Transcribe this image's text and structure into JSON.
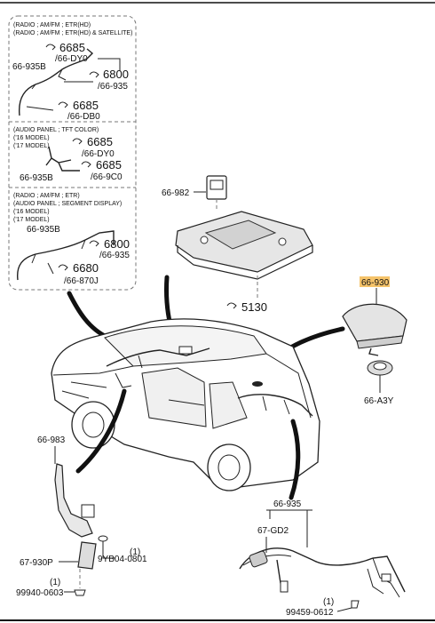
{
  "top_left_box": {
    "section1": {
      "lines": [
        "(RADIO ; AM/FM ; ETR(HD)",
        "(RADIO ; AM/FM ; ETR(HD) & SATELLITE)"
      ],
      "refs": [
        {
          "code": "6685",
          "sub": "/66-DY0"
        },
        {
          "code": "6800",
          "sub": "/66-935"
        },
        {
          "code": "6685",
          "sub": "/66-DB0"
        }
      ],
      "part": "66-935B"
    },
    "section2": {
      "lines": [
        "(AUDIO PANEL ; TFT COLOR)",
        "('16 MODEL)",
        "('17 MODEL)"
      ],
      "refs": [
        {
          "code": "6685",
          "sub": "/66-DY0"
        },
        {
          "code": "6685",
          "sub": "/66-9C0"
        }
      ],
      "part": "66-935B"
    },
    "section3": {
      "lines": [
        "(RADIO ; AM/FM ; ETR)",
        "(AUDIO PANEL ; SEGMENT DISPLAY)",
        "('16 MODEL)",
        "('17 MODEL)"
      ],
      "refs": [
        {
          "code": "6800",
          "sub": "/66-935"
        },
        {
          "code": "6680",
          "sub": "/66-870J"
        }
      ],
      "part": "66-935B"
    }
  },
  "roof_module": {
    "part": "66-982",
    "ref": "5130"
  },
  "antenna": {
    "part": "66-930",
    "base": "66-A3Y",
    "highlight": "#f5c36a"
  },
  "bracket": {
    "part": "66-983",
    "sensor": "67-930P",
    "clip": "9YB04-0801",
    "clip_qty": "(1)",
    "bolt": "99940-0603",
    "bolt_qty": "(1)"
  },
  "harness": {
    "part": "66-935",
    "sub": "67-GD2",
    "bolt": "99459-0612",
    "bolt_qty": "(1)"
  }
}
